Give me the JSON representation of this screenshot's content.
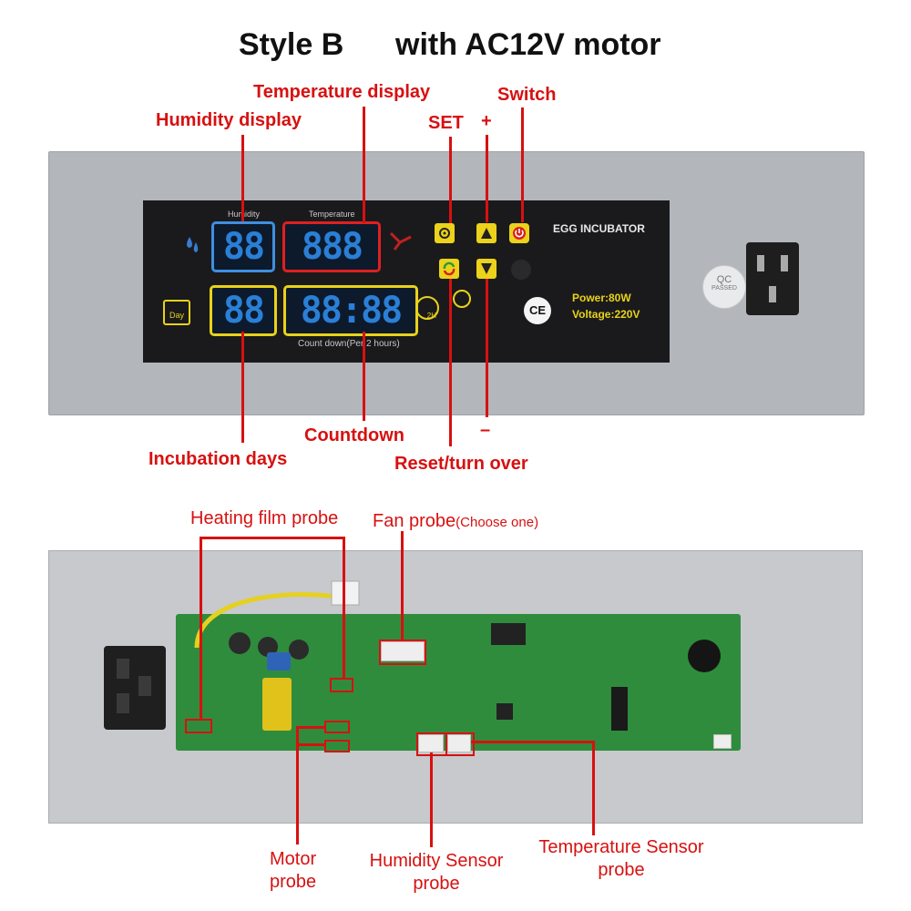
{
  "title": {
    "style": "Style B",
    "motor": "with AC12V motor"
  },
  "top_labels": {
    "temperature_display": "Temperature display",
    "switch": "Switch",
    "humidity_display": "Humidity display",
    "set": "SET",
    "plus": "+",
    "countdown": "Countdown",
    "incubation_days": "Incubation days",
    "reset_turn_over": "Reset/turn over",
    "minus": "–"
  },
  "panel": {
    "humidity_label": "Humidity",
    "temperature_label": "Temperature",
    "humidity_digits": "88",
    "temperature_digits": "888",
    "day_digits": "88",
    "countdown_digits": "88:88",
    "day_icon_text": "Day",
    "countdown_caption": "Count down(Per 2 hours)",
    "brand": "EGG INCUBATOR",
    "power": "Power:80W",
    "voltage": "Voltage:220V",
    "ce_mark": "CE",
    "qc_text": "QC",
    "qc_passed": "PASSED",
    "turn_icon_text": "2H"
  },
  "bottom_labels": {
    "heating_film_probe": "Heating film probe",
    "fan_probe": "Fan probe",
    "fan_probe_note": "(Choose one)",
    "motor_probe": [
      "Motor",
      "probe"
    ],
    "humidity_sensor_probe": [
      "Humidity Sensor",
      "probe"
    ],
    "temperature_sensor_probe": [
      "Temperature Sensor",
      "probe"
    ]
  },
  "colors": {
    "annotation": "#d81010",
    "panel": "#b3b6bb",
    "pcb": "#2f8c3c",
    "key": "#ecd21a"
  }
}
